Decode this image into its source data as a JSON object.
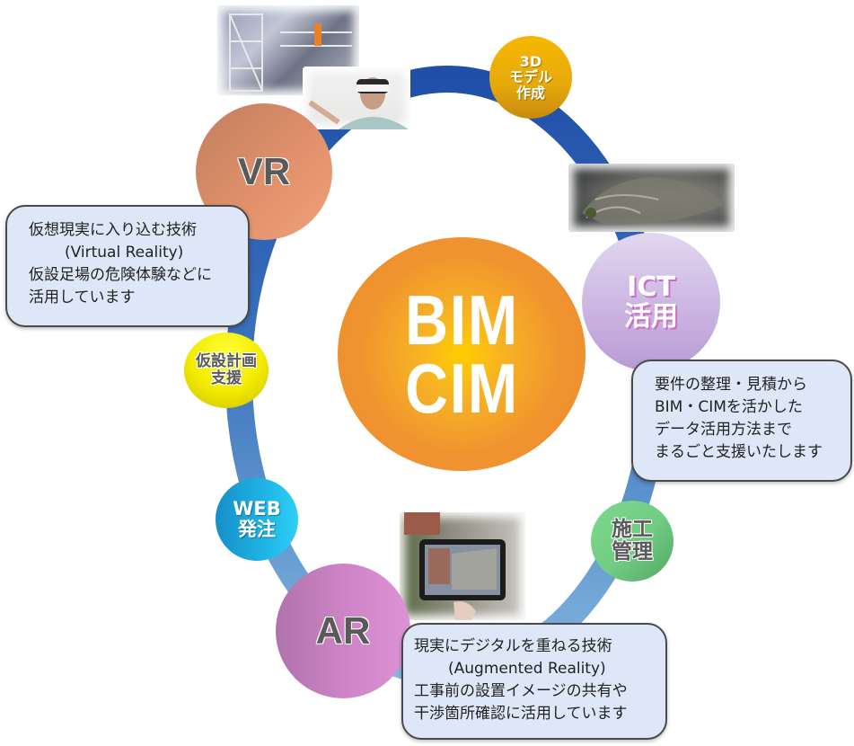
{
  "center": {
    "line1": "BIM",
    "line2": "CIM",
    "color": "#f0932f"
  },
  "nodes": {
    "vr": {
      "label": "VR",
      "color": "#e0906a"
    },
    "model3d": {
      "line1": "3D",
      "line2": "モデル",
      "line3": "作成",
      "color": "#e6a90c"
    },
    "ict": {
      "line1": "ICT",
      "line2": "活用",
      "color": "#c9b2e0"
    },
    "kasetsu": {
      "line1": "仮設計画",
      "line2": "支援",
      "color": "#f2ea00"
    },
    "web": {
      "line1": "WEB",
      "line2": "発注",
      "color": "#1eb5e6"
    },
    "sekou": {
      "line1": "施工",
      "line2": "管理",
      "color": "#6fcc82"
    },
    "ar": {
      "label": "AR",
      "color": "#cf85c8"
    }
  },
  "bubbles": {
    "vr": {
      "lines": [
        "仮想現実に入り込む技術",
        "(Virtual Reality)",
        "仮設足場の危険体験などに",
        "活用しています"
      ]
    },
    "ict": {
      "lines": [
        "要件の整理・見積から",
        "BIM・CIMを活かした",
        "データ活用方法まで",
        "まるごと支援いたします"
      ]
    },
    "ar": {
      "lines": [
        "現実にデジタルを重ねる技術",
        "(Augmented Reality)",
        "工事前の設置イメージの共有や",
        "干渉箇所確認に活用しています"
      ]
    }
  },
  "photos": {
    "vr_scaffold": "scaffold-vr-scene",
    "vr_headset": "person-with-vr-headset",
    "drone": "drone-terrain-3d-model",
    "ar_tablet": "tablet-ar-view"
  },
  "ring": {
    "top_color": "#1f4fa8",
    "bottom_color": "#7ab0dc"
  }
}
